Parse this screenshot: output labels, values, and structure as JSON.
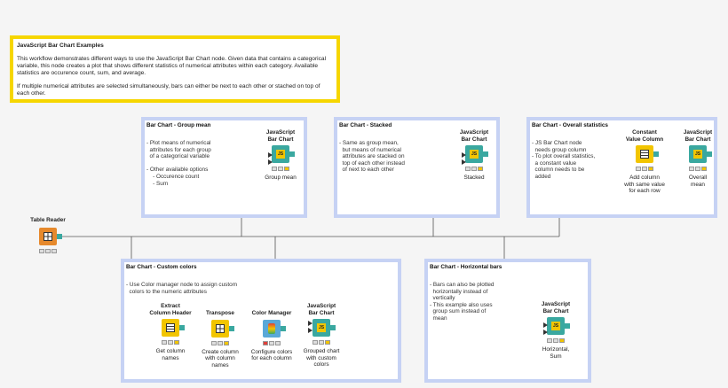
{
  "workflow_description": {
    "title": "JavaScript Bar Chart Examples",
    "paragraph1": "This workflow demonstrates different ways to use the JavaScript Bar Chart node. Given data that contains a categorical variable, this node creates a plot that shows different statistics of numerical attributes within each category. Available statistics are occurence count, sum, and average.",
    "paragraph2": "If multiple numerical attributes are selected simultaneously, bars can either be next to each other or stached on top of each other."
  },
  "annotations": {
    "group_mean": {
      "title": "Bar Chart - Group mean",
      "text": "- Plot means of numerical\n  attributes for each group\n  of a categorical variable\n\n- Other available options\n    - Occurence count\n    - Sum"
    },
    "stacked": {
      "title": "Bar Chart - Stacked",
      "text": "- Same as group mean,\n  but means of numerical\n  attributes are stacked on\n  top of each other instead\n  of next to each other"
    },
    "overall": {
      "title": "Bar Chart - Overall statistics",
      "text": "- JS Bar Chart node\n  needs group column\n- To plot overall statistics,\n  a constant value\n  column needs to be\n  added"
    },
    "custom_colors": {
      "title": "Bar Chart - Custom colors",
      "text": "- Use Color manager node to assign custom\n  colors to the numeric attributes"
    },
    "horizontal": {
      "title": "Bar Chart - Horizontal bars",
      "text": "- Bars can also be plotted\n  horizontally instead of\n  vertically\n- This example also uses\n  group sum instead of\n  mean"
    }
  },
  "nodes": {
    "table_reader": {
      "name": "Table Reader",
      "desc": ""
    },
    "bc_group_mean": {
      "name": "JavaScript\nBar Chart",
      "desc": "Group mean",
      "badge": "JS"
    },
    "bc_stacked": {
      "name": "JavaScript\nBar Chart",
      "desc": "Stacked",
      "badge": "JS"
    },
    "constant_value": {
      "name": "Constant\nValue Column",
      "desc": "Add column\nwith same value\nfor each row"
    },
    "bc_overall": {
      "name": "JavaScript\nBar Chart",
      "desc": "Overall\nmean",
      "badge": "JS"
    },
    "extract_header": {
      "name": "Extract\nColumn Header",
      "desc": "Get column\nnames"
    },
    "transpose": {
      "name": "Transpose",
      "desc": "Create column\nwith column\nnames"
    },
    "color_manager": {
      "name": "Color Manager",
      "desc": "Configure colors\nfor each column"
    },
    "bc_custom": {
      "name": "JavaScript\nBar Chart",
      "desc": "Grouped chart\nwith custom\ncolors",
      "badge": "JS"
    },
    "bc_horizontal": {
      "name": "JavaScript\nBar Chart",
      "desc": "Horizontal,\nSum",
      "badge": "JS"
    }
  },
  "colors": {
    "annotation_border_yellow": "#f6d600",
    "annotation_border_blue": "#c6d2f4",
    "viz_node": "#3aa8a0",
    "source_node": "#e6892c",
    "manipulator_node": "#f2c500"
  }
}
